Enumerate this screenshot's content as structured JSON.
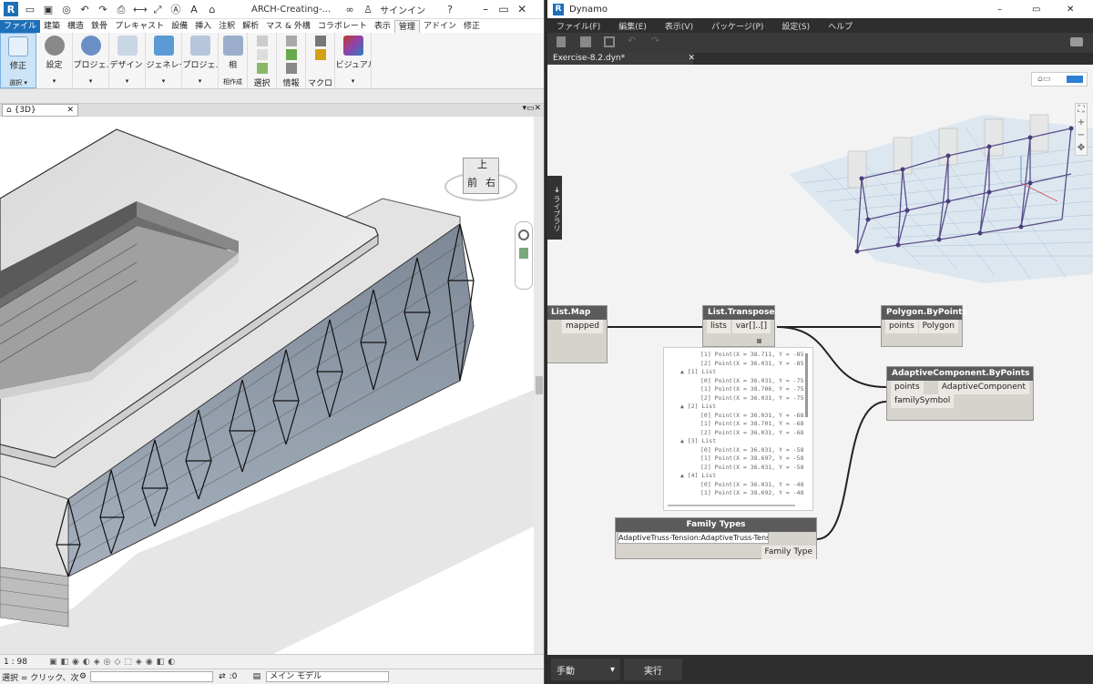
{
  "revit": {
    "title": "ARCH-Creating-...",
    "sign_in": "サインイン",
    "tabs": [
      "ファイル",
      "建築",
      "構造",
      "鉄骨",
      "プレキャスト",
      "設備",
      "挿入",
      "注釈",
      "解析",
      "マス & 外構",
      "コラボレート",
      "表示",
      "管理",
      "アドイン",
      "修正"
    ],
    "ribbon_buttons": [
      "修正",
      "設定",
      "プロジェ...",
      "デザイン オ...",
      "ジェネレー...",
      "プロジェ...",
      "相",
      "選択",
      "情報",
      "マクロ",
      "ビジュアル..."
    ],
    "panel_labels": [
      "選択 ▾",
      "相作成",
      "選択",
      "情報",
      "マクロ"
    ],
    "view_tab": "{3D}",
    "viewcube": {
      "top": "上",
      "front": "前",
      "right": "右"
    },
    "scale": "1 : 98",
    "status_text": "選択 = クリック、次へ = [T",
    "coord_value": ":0",
    "model_label": "メイン モデル"
  },
  "dynamo": {
    "title": "Dynamo",
    "menu": [
      "ファイル(F)",
      "編集(E)",
      "表示(V)",
      "パッケージ(P)",
      "設定(S)",
      "ヘルプ"
    ],
    "file_tab": "Exercise-8.2.dyn*",
    "library_label": "ライブラリ",
    "nodes": {
      "list_map": {
        "title": "List.Map",
        "output": "mapped"
      },
      "list_transpose": {
        "title": "List.Transpose",
        "input": "lists",
        "output": "var[]..[]"
      },
      "polygon_bypoints": {
        "title": "Polygon.ByPoints",
        "input": "points",
        "output": "Polygon"
      },
      "adaptive": {
        "title": "AdaptiveComponent.ByPoints",
        "input1": "points",
        "input2": "familySymbol",
        "output": "AdaptiveComponent"
      },
      "family_types": {
        "title": "Family Types",
        "selected": "AdaptiveTruss-Tension:AdaptiveTruss-Tension",
        "output": "Family Type"
      }
    },
    "preview_lines": [
      "[1] Point(X = 38.711, Y = -85",
      "[2] Point(X = 36.031, Y = -85",
      "▲ [1] List",
      "[0] Point(X = 36.031, Y = -75",
      "[1] Point(X = 38.706, Y = -75",
      "[2] Point(X = 36.031, Y = -75",
      "▲ [2] List",
      "[0] Point(X = 36.031, Y = -68",
      "[1] Point(X = 38.701, Y = -68",
      "[2] Point(X = 36.031, Y = -68",
      "▲ [3] List",
      "[0] Point(X = 36.031, Y = -58",
      "[1] Point(X = 38.697, Y = -58",
      "[2] Point(X = 36.031, Y = -58",
      "▲ [4] List",
      "[0] Point(X = 36.031, Y = -48",
      "[1] Point(X = 38.692, Y = -48"
    ],
    "run_mode": "手動",
    "run_button": "実行"
  },
  "colors": {
    "revit_blue": "#1d6fb8",
    "dynamo_dark": "#2e2e2e",
    "node_header": "#5b5b5b"
  }
}
